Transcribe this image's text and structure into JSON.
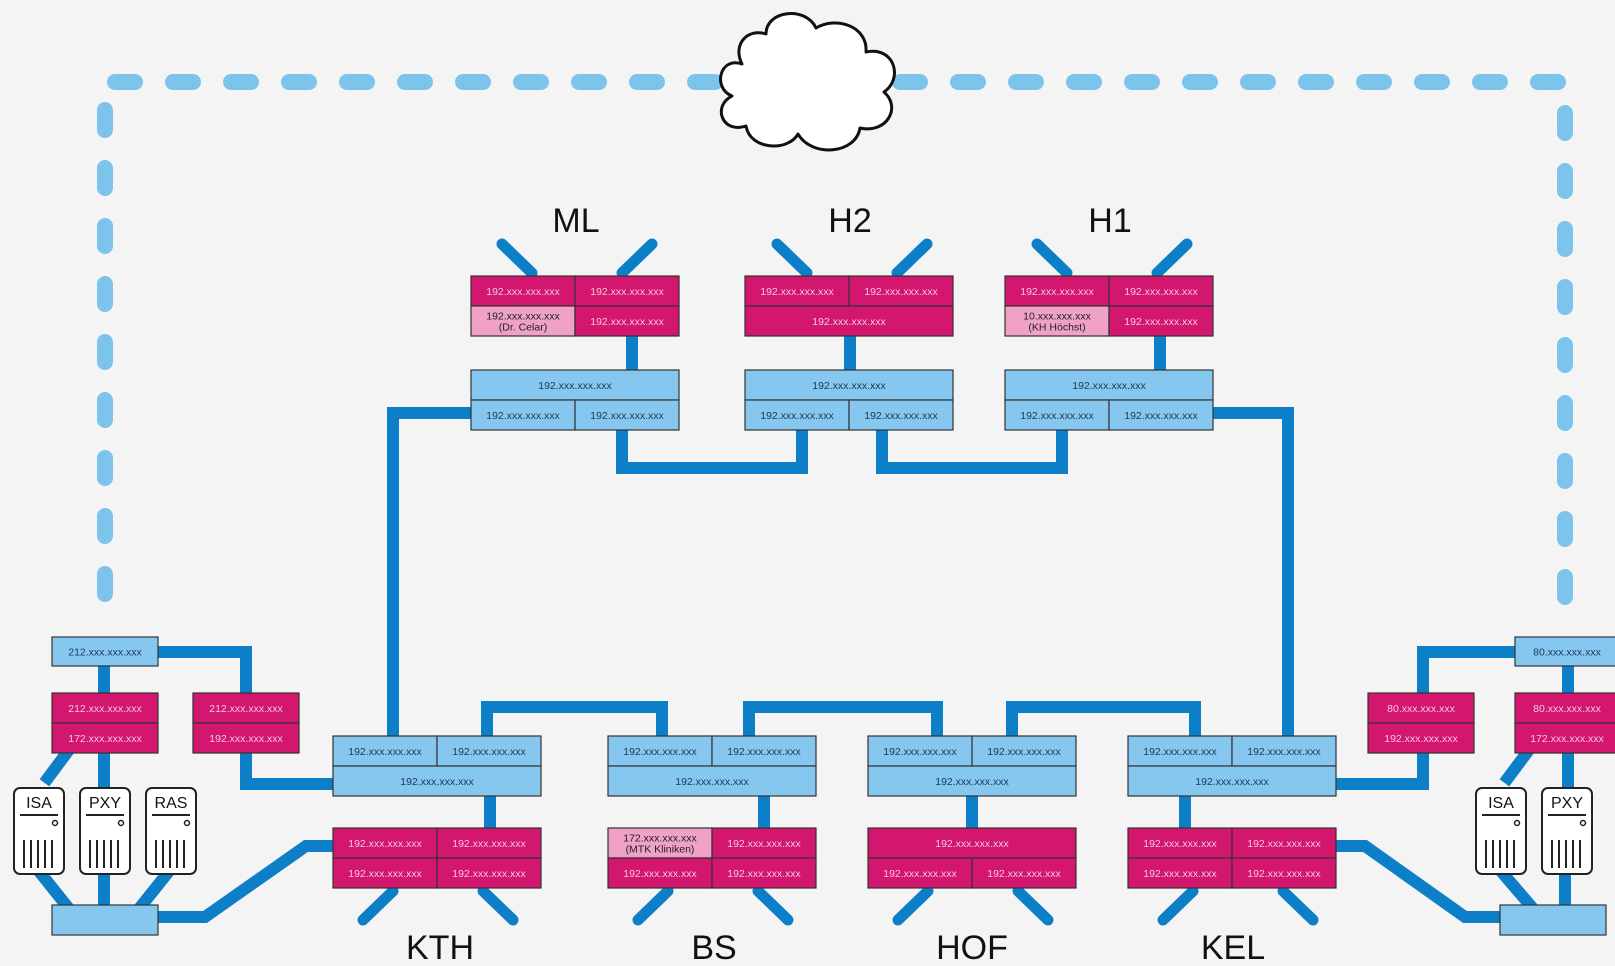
{
  "colors": {
    "background": "#f4f4f4",
    "link": "#0d7fc8",
    "vpn_dash": "#7cc4ec",
    "switch_fill": "#85c7ee",
    "router_fill": "#d3166e",
    "private_fill": "#f0a1c6",
    "cell_border": "#333333",
    "router_text": "#f7c6dc",
    "switch_text": "#1a3a5a"
  },
  "sites": {
    "ML": {
      "name": "ML",
      "router": [
        [
          "192.xxx.xxx.xxx",
          "192.xxx.xxx.xxx"
        ],
        [
          "192.xxx.xxx.xxx\n(Dr. Celar)",
          "192.xxx.xxx.xxx"
        ]
      ],
      "switch": [
        [
          "192.xxx.xxx.xxx"
        ],
        [
          "192.xxx.xxx.xxx",
          "192.xxx.xxx.xxx"
        ]
      ]
    },
    "H2": {
      "name": "H2",
      "router": [
        [
          "192.xxx.xxx.xxx",
          "192.xxx.xxx.xxx"
        ],
        [
          "192.xxx.xxx.xxx"
        ]
      ],
      "switch": [
        [
          "192.xxx.xxx.xxx"
        ],
        [
          "192.xxx.xxx.xxx",
          "192.xxx.xxx.xxx"
        ]
      ]
    },
    "H1": {
      "name": "H1",
      "router": [
        [
          "192.xxx.xxx.xxx",
          "192.xxx.xxx.xxx"
        ],
        [
          "10.xxx.xxx.xxx\n(KH Höchst)",
          "192.xxx.xxx.xxx"
        ]
      ],
      "switch": [
        [
          "192.xxx.xxx.xxx"
        ],
        [
          "192.xxx.xxx.xxx",
          "192.xxx.xxx.xxx"
        ]
      ]
    },
    "KTH": {
      "name": "KTH",
      "switch": [
        [
          "192.xxx.xxx.xxx",
          "192.xxx.xxx.xxx"
        ],
        [
          "192.xxx.xxx.xxx"
        ]
      ],
      "router": [
        [
          "192.xxx.xxx.xxx",
          "192.xxx.xxx.xxx"
        ],
        [
          "192.xxx.xxx.xxx",
          "192.xxx.xxx.xxx"
        ]
      ]
    },
    "BS": {
      "name": "BS",
      "switch": [
        [
          "192.xxx.xxx.xxx",
          "192.xxx.xxx.xxx"
        ],
        [
          "192.xxx.xxx.xxx"
        ]
      ],
      "router": [
        [
          "172.xxx.xxx.xxx\n(MTK Kliniken)",
          "192.xxx.xxx.xxx"
        ],
        [
          "192.xxx.xxx.xxx",
          "192.xxx.xxx.xxx"
        ]
      ]
    },
    "HOF": {
      "name": "HOF",
      "switch": [
        [
          "192.xxx.xxx.xxx",
          "192.xxx.xxx.xxx"
        ],
        [
          "192.xxx.xxx.xxx"
        ]
      ],
      "router": [
        [
          "192.xxx.xxx.xxx"
        ],
        [
          "192.xxx.xxx.xxx",
          "192.xxx.xxx.xxx"
        ]
      ]
    },
    "KEL": {
      "name": "KEL",
      "switch": [
        [
          "192.xxx.xxx.xxx",
          "192.xxx.xxx.xxx"
        ],
        [
          "192.xxx.xxx.xxx"
        ]
      ],
      "router": [
        [
          "192.xxx.xxx.xxx",
          "192.xxx.xxx.xxx"
        ],
        [
          "192.xxx.xxx.xxx",
          "192.xxx.xxx.xxx"
        ]
      ]
    }
  },
  "left_gateway": {
    "external_switch": "212.xxx.xxx.xxx",
    "router_a": [
      "212.xxx.xxx.xxx",
      "172.xxx.xxx.xxx"
    ],
    "router_b": [
      "212.xxx.xxx.xxx",
      "192.xxx.xxx.xxx"
    ],
    "servers": [
      "ISA",
      "PXY",
      "RAS"
    ]
  },
  "right_gateway": {
    "external_switch": "80.xxx.xxx.xxx",
    "router_a": [
      "80.xxx.xxx.xxx",
      "192.xxx.xxx.xxx"
    ],
    "router_b": [
      "80.xxx.xxx.xxx",
      "172.xxx.xxx.xxx"
    ],
    "servers": [
      "ISA",
      "PXY"
    ]
  }
}
